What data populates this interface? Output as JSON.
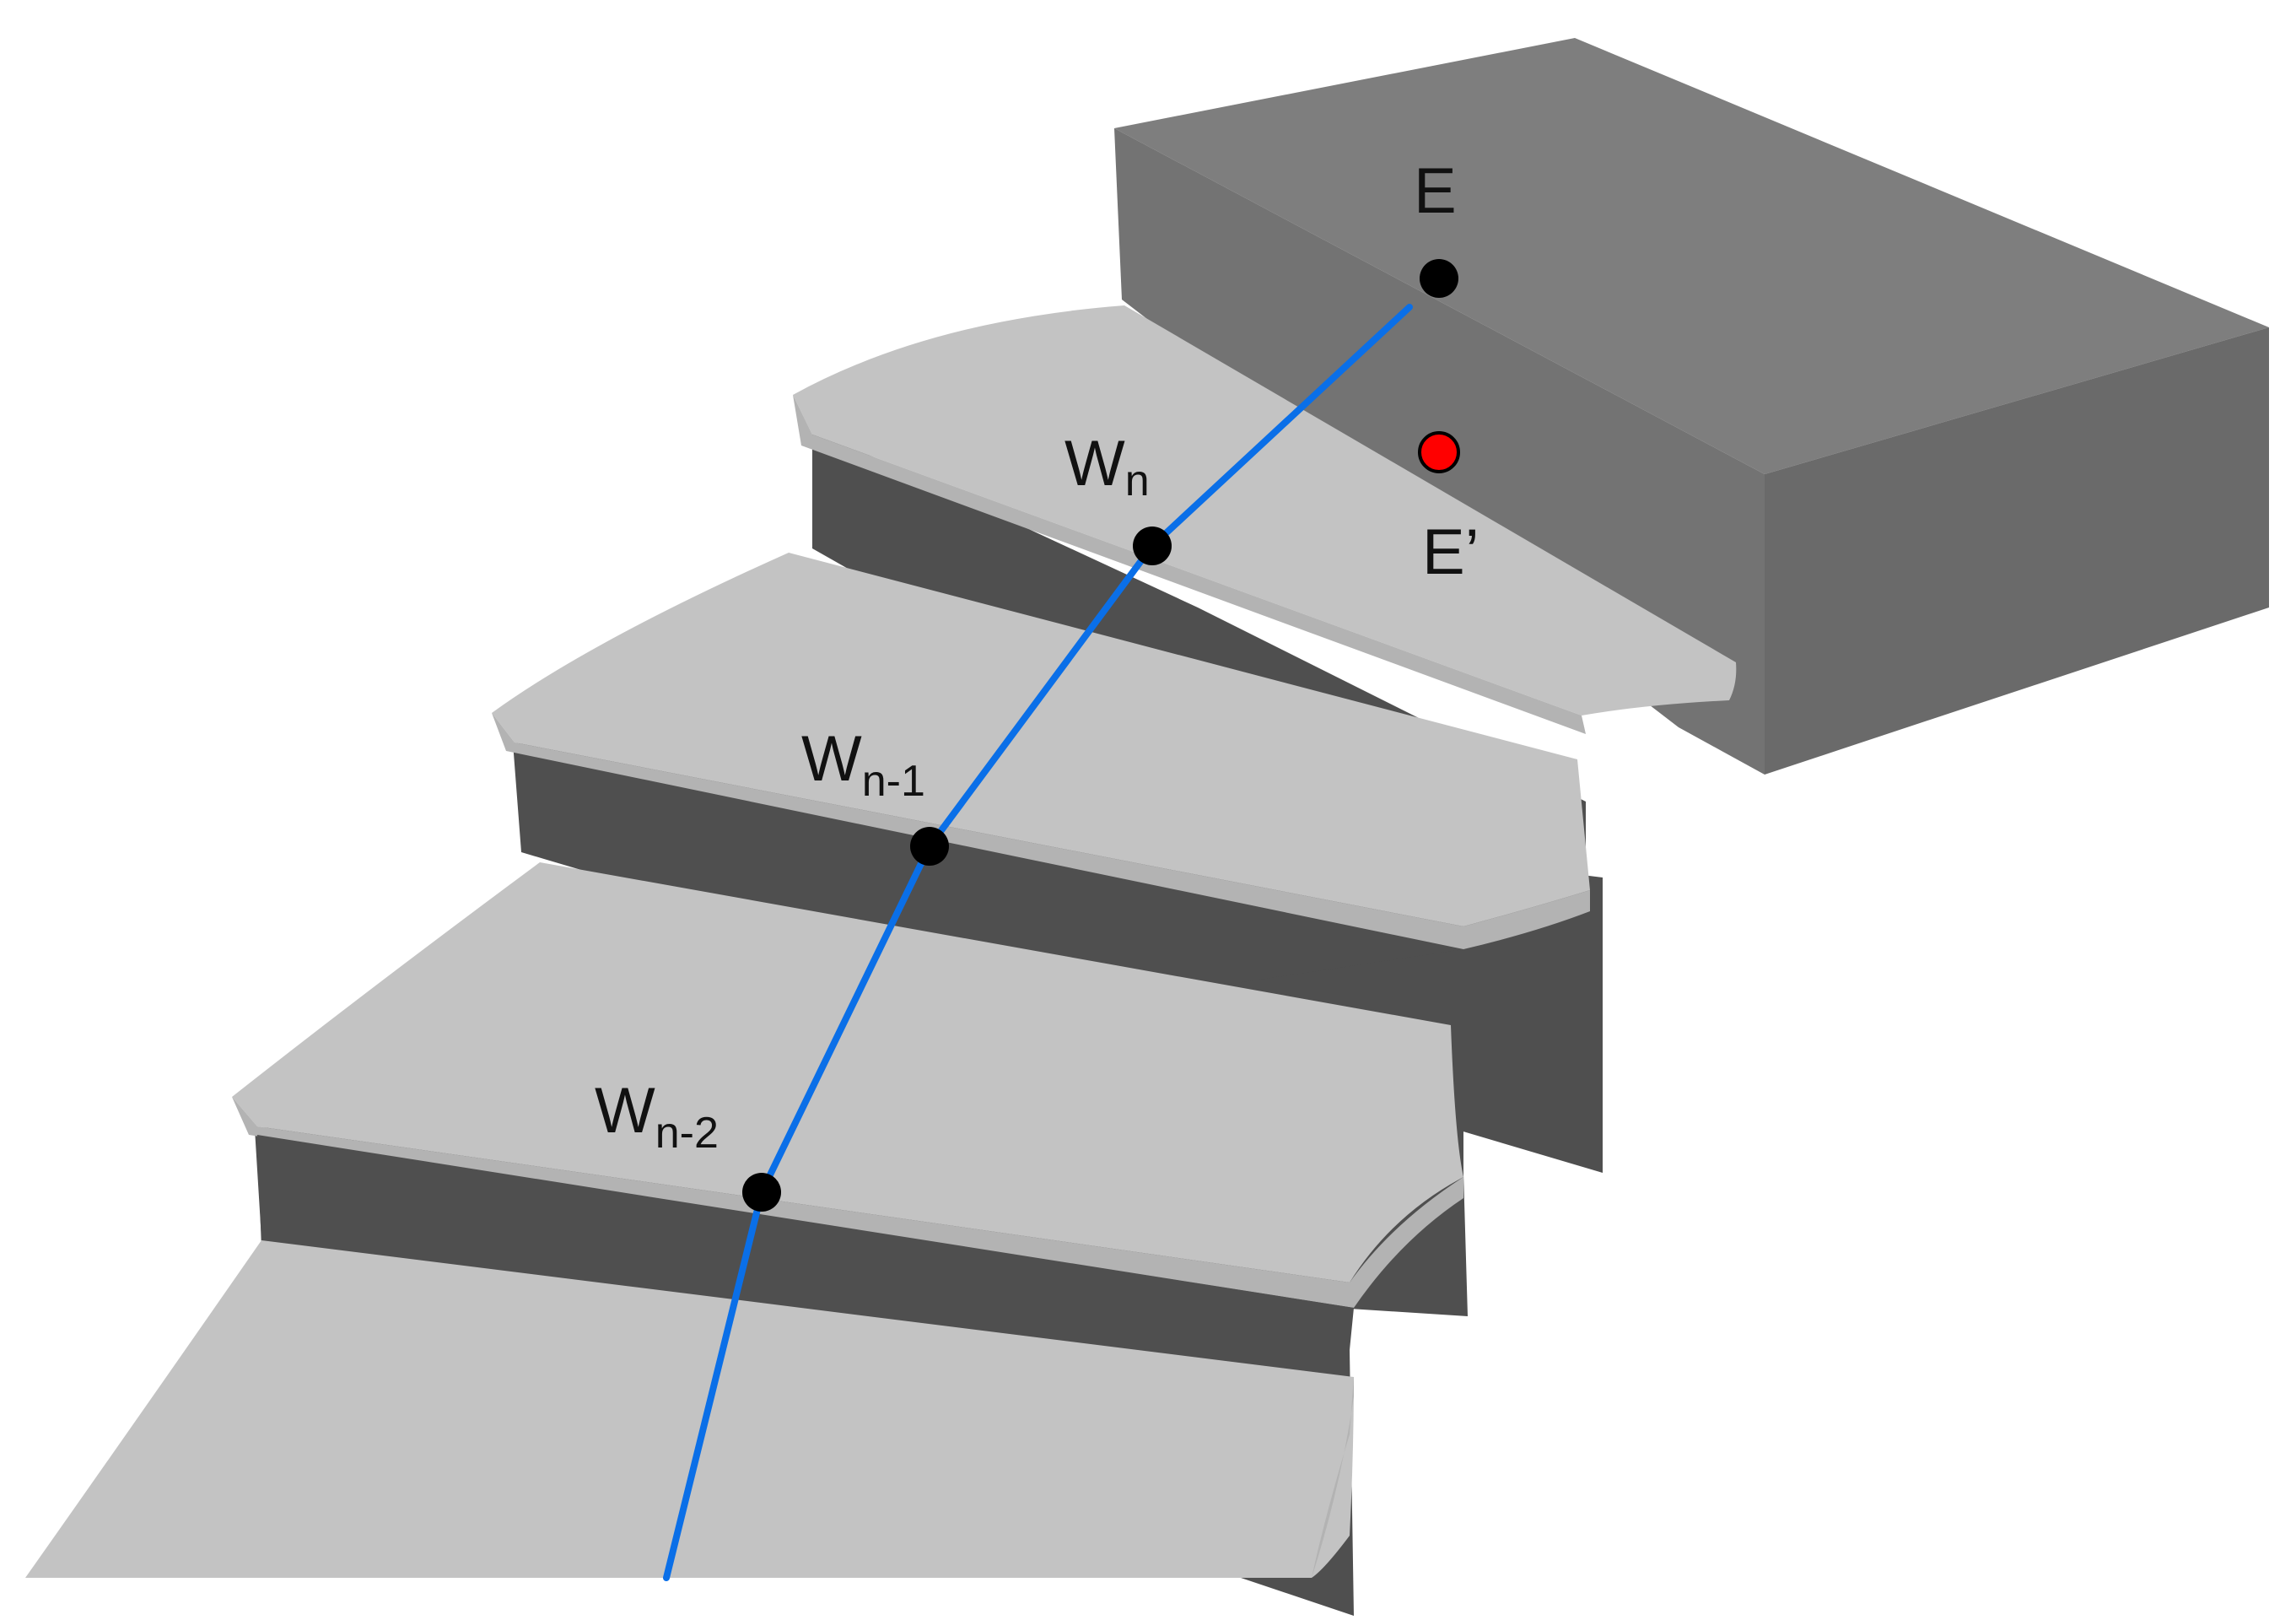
{
  "labels": {
    "E": "E",
    "E_prime": "E’",
    "Wn_base": "W",
    "Wn_sub": "n",
    "Wn1_base": "W",
    "Wn1_sub": "n-1",
    "Wn2_base": "W",
    "Wn2_sub": "n-2"
  },
  "colors": {
    "background": "#ffffff",
    "landing_top": "#7e7e7e",
    "landing_front": "#6b6b6b",
    "landing_side": "#5a5a5a",
    "tread": "#c3c3c3",
    "tread_edge": "#b0b0b0",
    "riser": "#4f4f4f",
    "walkline": "#0a6fe8",
    "point_black": "#000000",
    "point_red": "#ff0000"
  }
}
